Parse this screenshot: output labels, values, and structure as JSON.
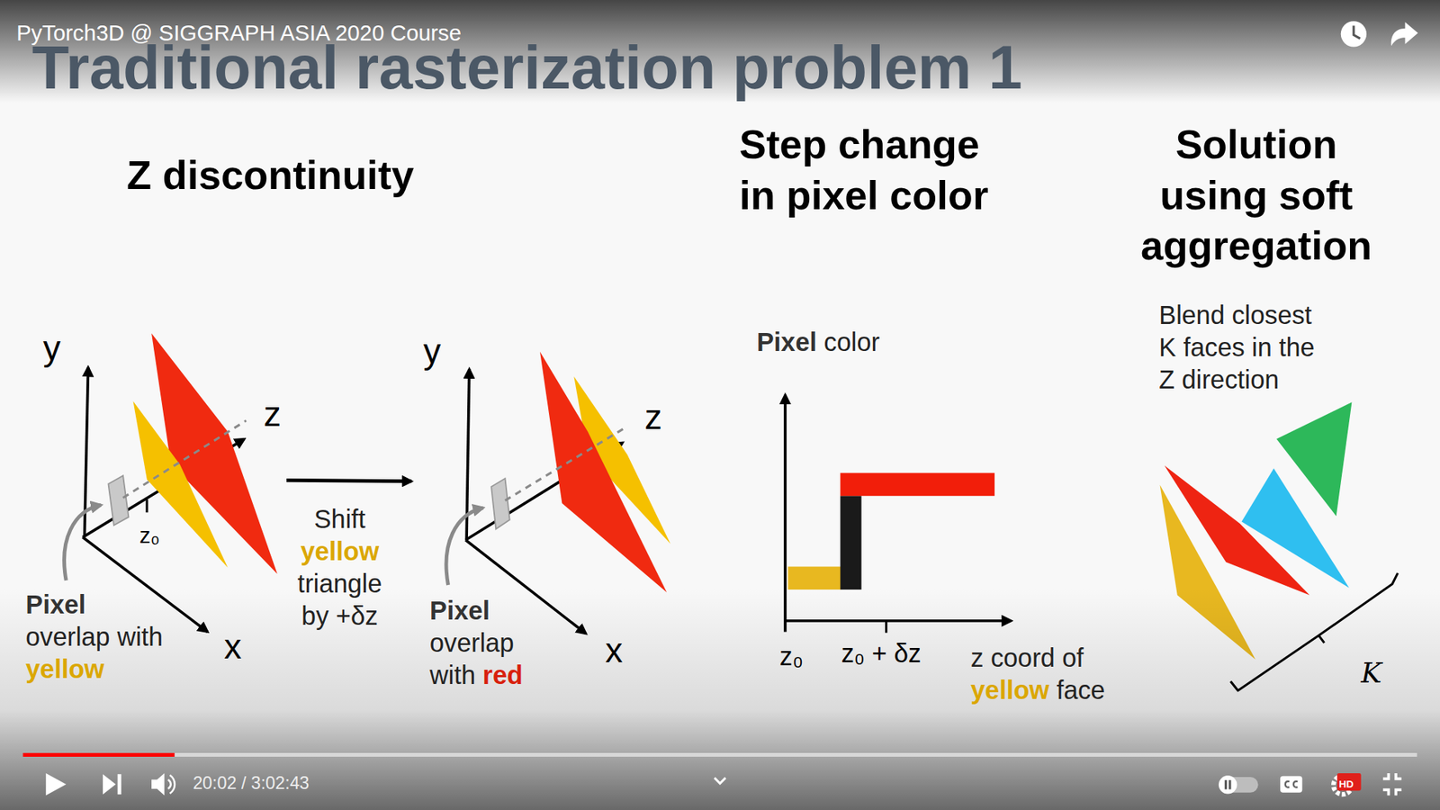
{
  "diagram": {
    "title": "Traditional rasterization problem 1",
    "labels": [
      "PyTorch3D @ SIGGRAPH ASIA 2020 Course",
      "Z discontinuity",
      "Step change in pixel color",
      "Solution using soft aggregation",
      "y",
      "z",
      "z₀",
      "Pixel",
      "overlap with",
      "yellow",
      "x",
      "Shift",
      "yellow",
      "triangle",
      "by +δz",
      "y",
      "z",
      "Pixel",
      "overlap with",
      "red",
      "x",
      "Pixel",
      "color",
      "z₀",
      "z₀ + δz",
      "z coord of",
      "yellow",
      "face",
      "Blend closest K faces in the Z direction",
      "K",
      "20:02 / 3:02:43",
      "HD"
    ]
  }
}
